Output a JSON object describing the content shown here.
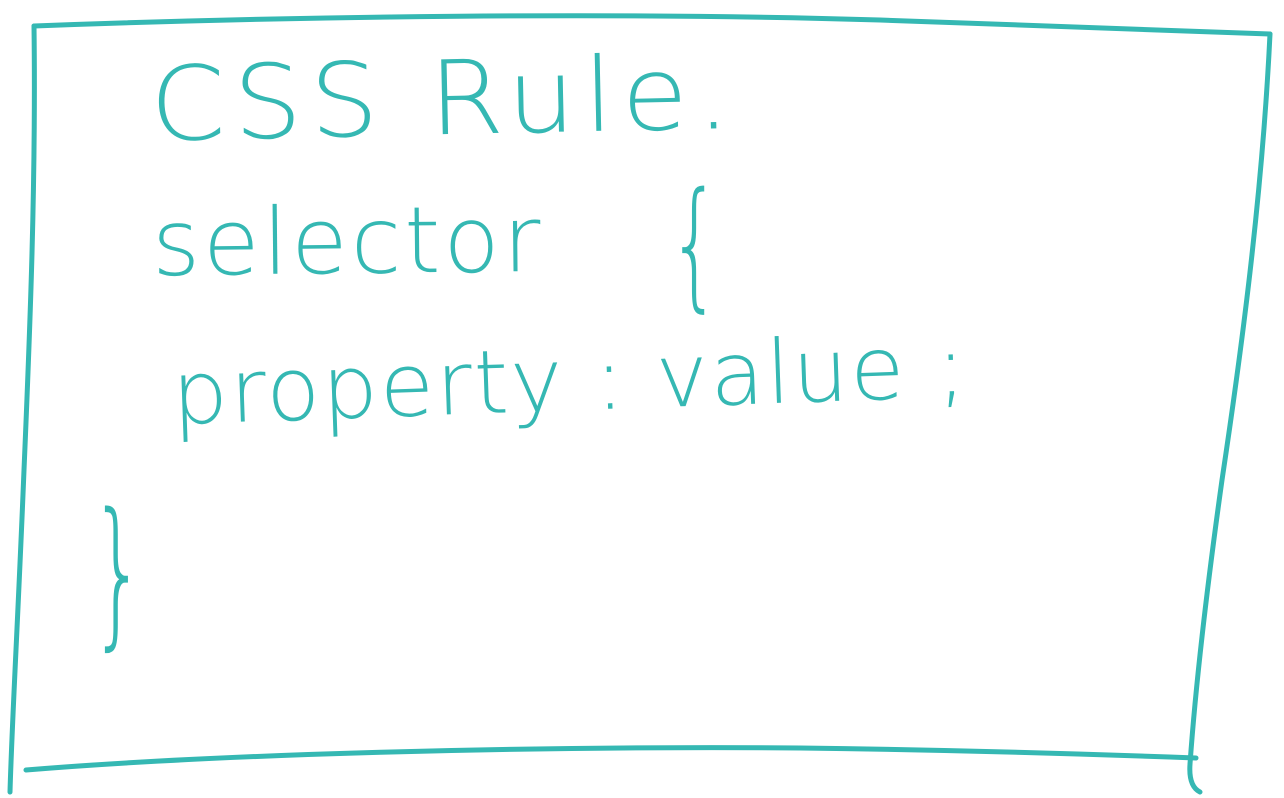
{
  "ink_color": "#35b8b3",
  "note": {
    "title": "CSS Rule.",
    "selector_line": "selector",
    "open_brace": "{",
    "declaration_line": "property : value ;",
    "close_brace": "}"
  }
}
